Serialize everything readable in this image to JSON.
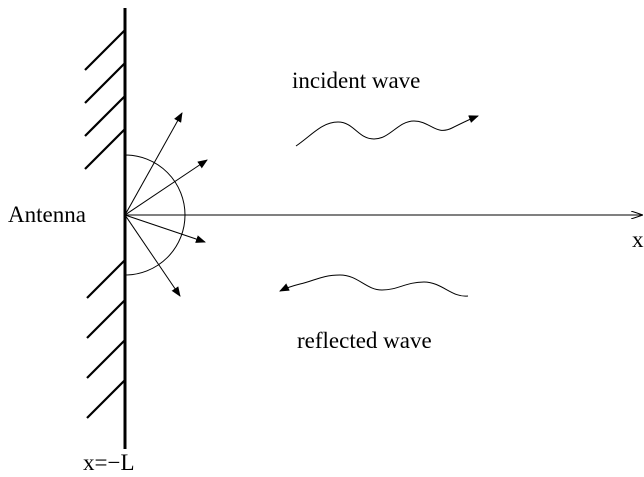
{
  "labels": {
    "antenna": "Antenna",
    "x_axis": "x",
    "wall_position": "x=−L",
    "incident": "incident wave",
    "reflected": "reflected wave"
  },
  "colors": {
    "stroke": "#000000",
    "background": "#ffffff"
  }
}
